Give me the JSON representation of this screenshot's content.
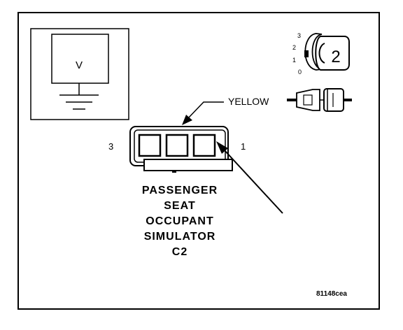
{
  "meter": {
    "symbol": "V"
  },
  "wire": {
    "color_label": "YELLOW"
  },
  "connector": {
    "pin_left": "3",
    "pin_right": "1",
    "key_pins": [
      "3",
      "2",
      "1",
      "0"
    ],
    "key_label": "2"
  },
  "caption": {
    "lines": [
      "PASSENGER",
      "SEAT",
      "OCCUPANT",
      "SIMULATOR",
      "C2"
    ]
  },
  "figure_id": "81148cea"
}
